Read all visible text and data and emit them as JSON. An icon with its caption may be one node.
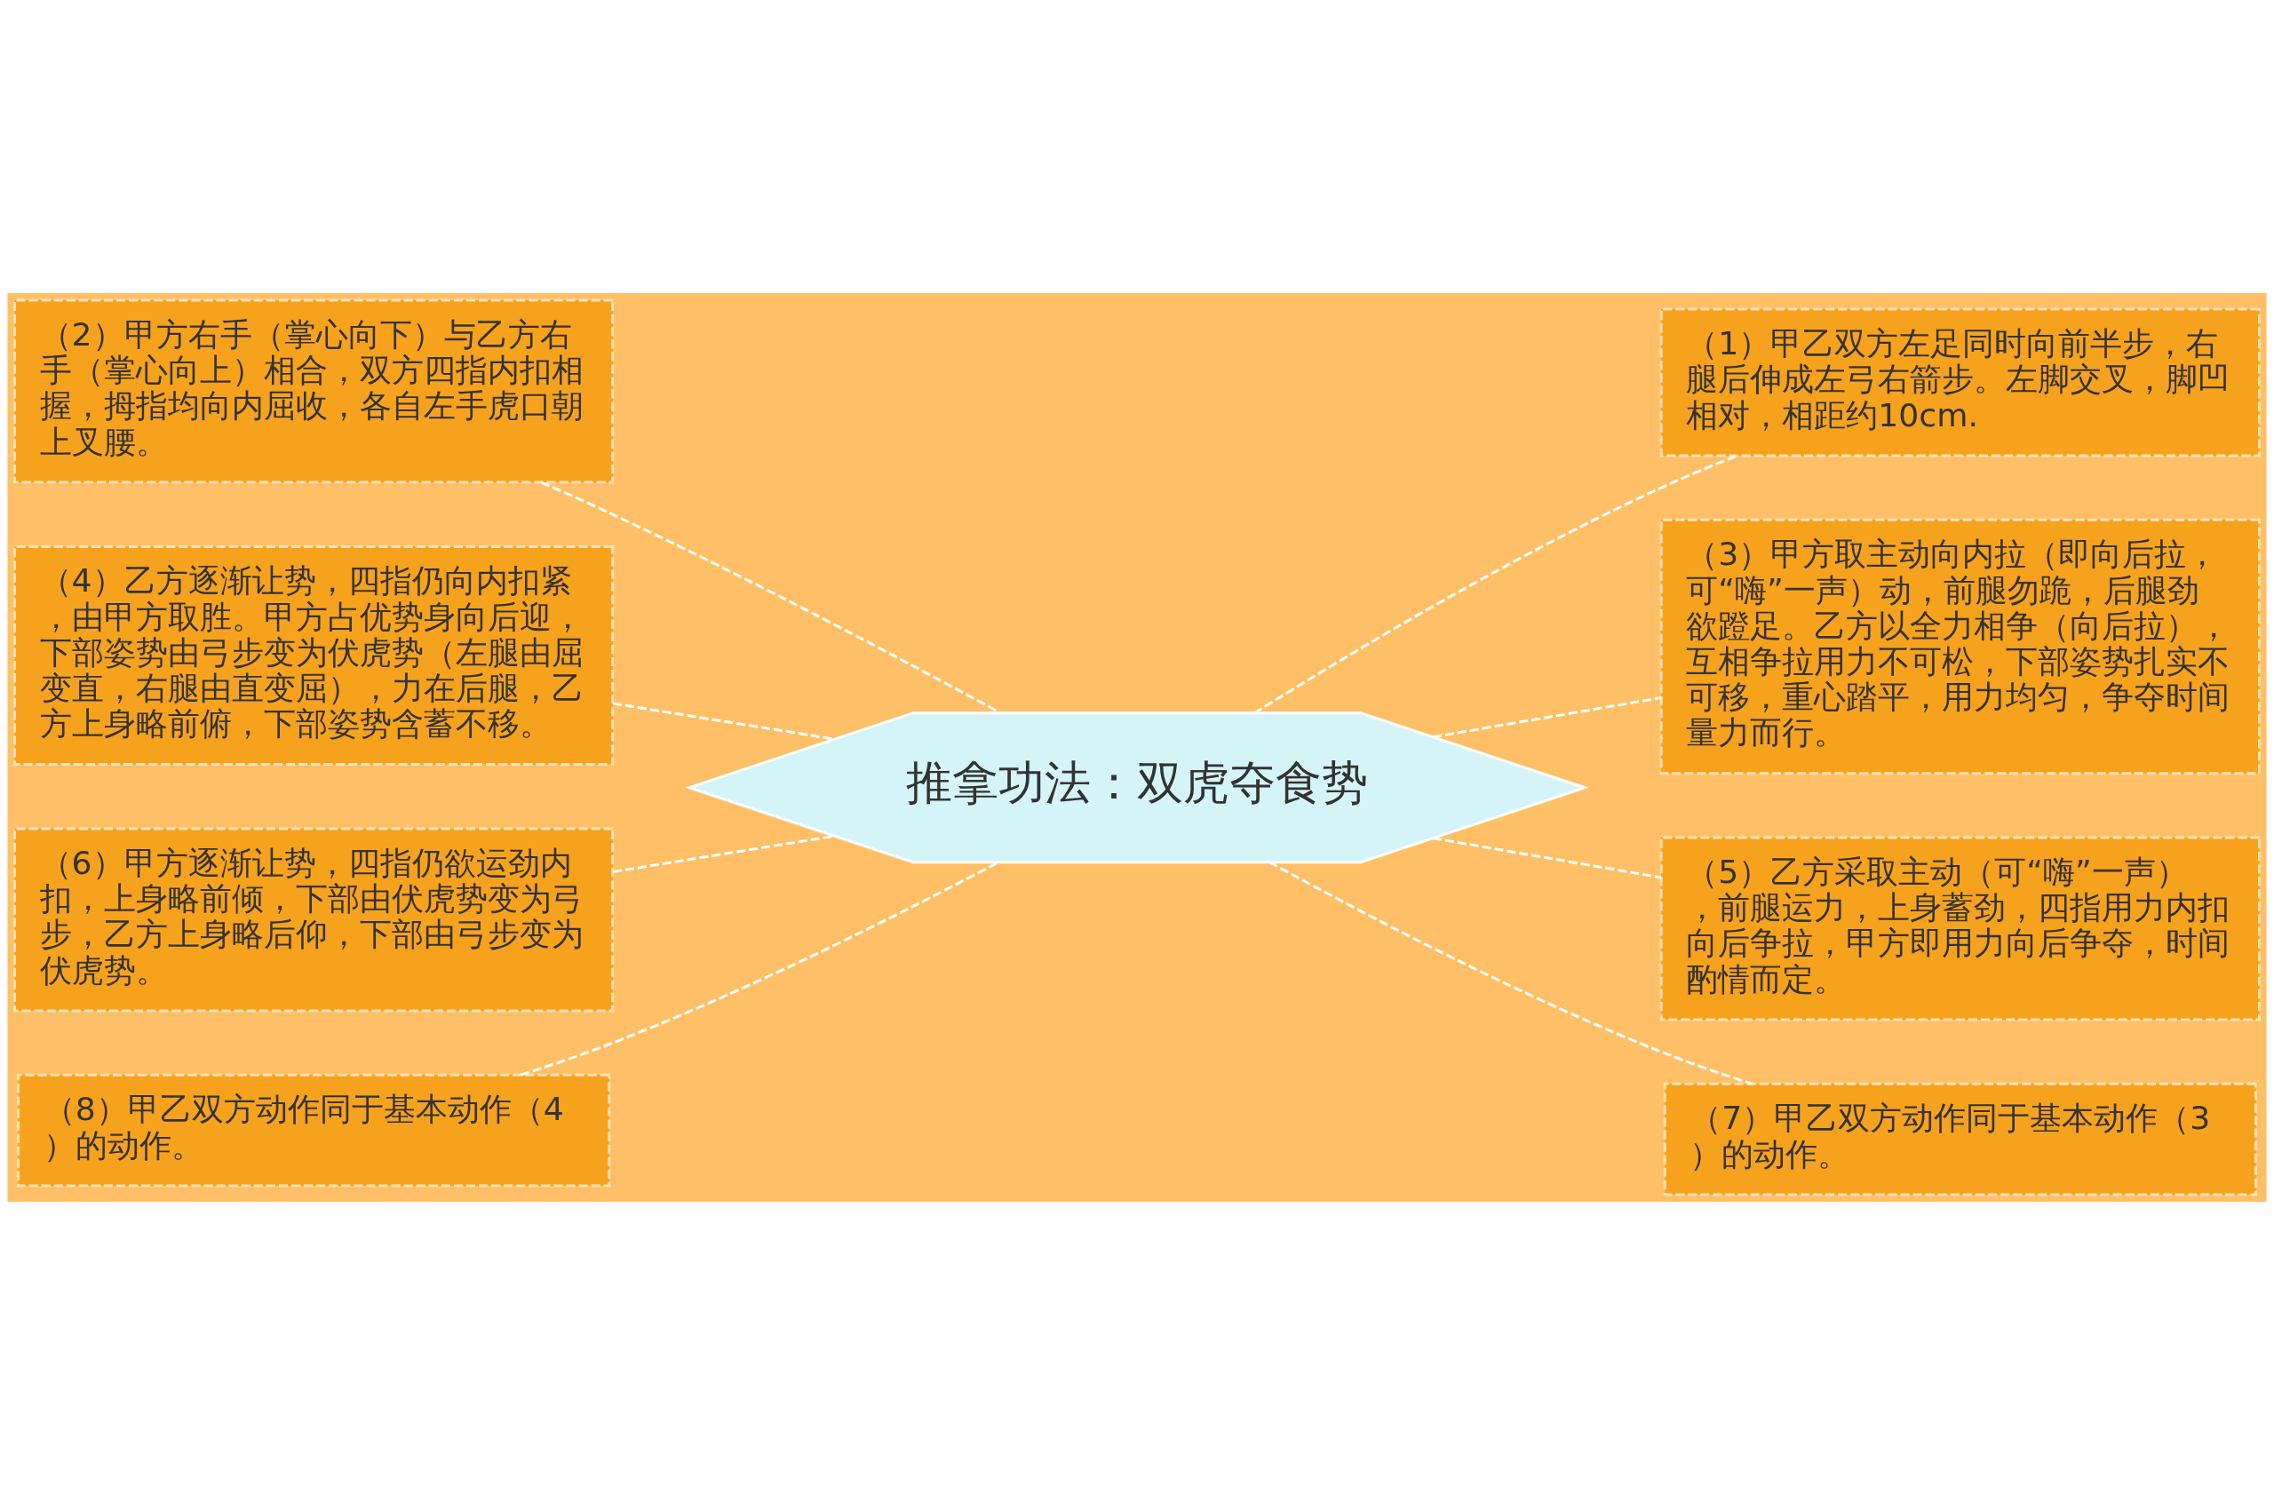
{
  "diagram": {
    "nodes": [
      {
        "text": [
          "推拿功法：双虎夺食势"
        ]
      },
      {
        "text": [
          "（2）甲方右手（掌心向下）与乙方右手（掌心向上）相合，双方四指内扣相握，拇指均向内屈收，各自左手虎口朝上叉腰。"
        ]
      },
      {
        "text": [
          "（4）乙方逐渐让势，四指仍向内扣紧，由甲方取胜。甲方占优势身向后迎，下部姿势由弓步变为伏虎势（左腿由屈变直，右腿由直变屈），力在后腿，乙方上身略前俯，下部姿势含蓄不移。"
        ]
      },
      {
        "text": [
          "（6）甲方逐渐让势，四指仍欲运劲内扣，上身略前倾，下部由伏虎势变为弓步，乙方上身略后仰，下部由弓步变为伏虎势。"
        ]
      },
      {
        "text": [
          "（8）甲乙双方动作同于基本动作（4）的动作。"
        ]
      },
      {
        "text": [
          "（1）甲乙双方左足同时向前半步，右腿后伸成左弓右箭步。左脚交叉，脚凹相对，相距约10cm."
        ]
      },
      {
        "text": [
          "（3）甲方取主动向内拉（即向后拉，可“嗨”一声）动，前腿勿跪，后腿劲欲蹬足。乙方以全力相争（向后拉），互相争拉用力不可松，下部姿势扎实不可移，重心踏平，用力均匀，争夺时间量力而行。"
        ]
      },
      {
        "text": [
          "（5）乙方采取主动（可“嗨”一声），前腿运力，上身蓄劲，四指用力内扣向后争拉，甲方即用力向后争夺，时间酌情而定。"
        ]
      },
      {
        "text": [
          "（7）甲乙双方动作同于基本动作（3）的动作。"
        ]
      }
    ],
    "edges": [
      {
        "from": 1,
        "to": 0,
        "arrow": "none",
        "style": "dashed",
        "color": "#ffffff"
      },
      {
        "from": 2,
        "to": 0,
        "arrow": "none",
        "style": "dashed",
        "color": "#ffffff"
      },
      {
        "from": 3,
        "to": 0,
        "arrow": "none",
        "style": "dashed",
        "color": "#ffffff"
      },
      {
        "from": 4,
        "to": 0,
        "arrow": "none",
        "style": "dashed",
        "color": "#ffffff"
      },
      {
        "from": 0,
        "to": 5,
        "arrow": "none",
        "style": "dashed",
        "color": "#ffffff"
      },
      {
        "from": 0,
        "to": 6,
        "arrow": "none",
        "style": "dashed",
        "color": "#ffffff"
      },
      {
        "from": 0,
        "to": 7,
        "arrow": "none",
        "style": "dashed",
        "color": "#ffffff"
      },
      {
        "from": 0,
        "to": 8,
        "arrow": "none",
        "style": "dashed",
        "color": "#ffffff"
      }
    ]
  }
}
